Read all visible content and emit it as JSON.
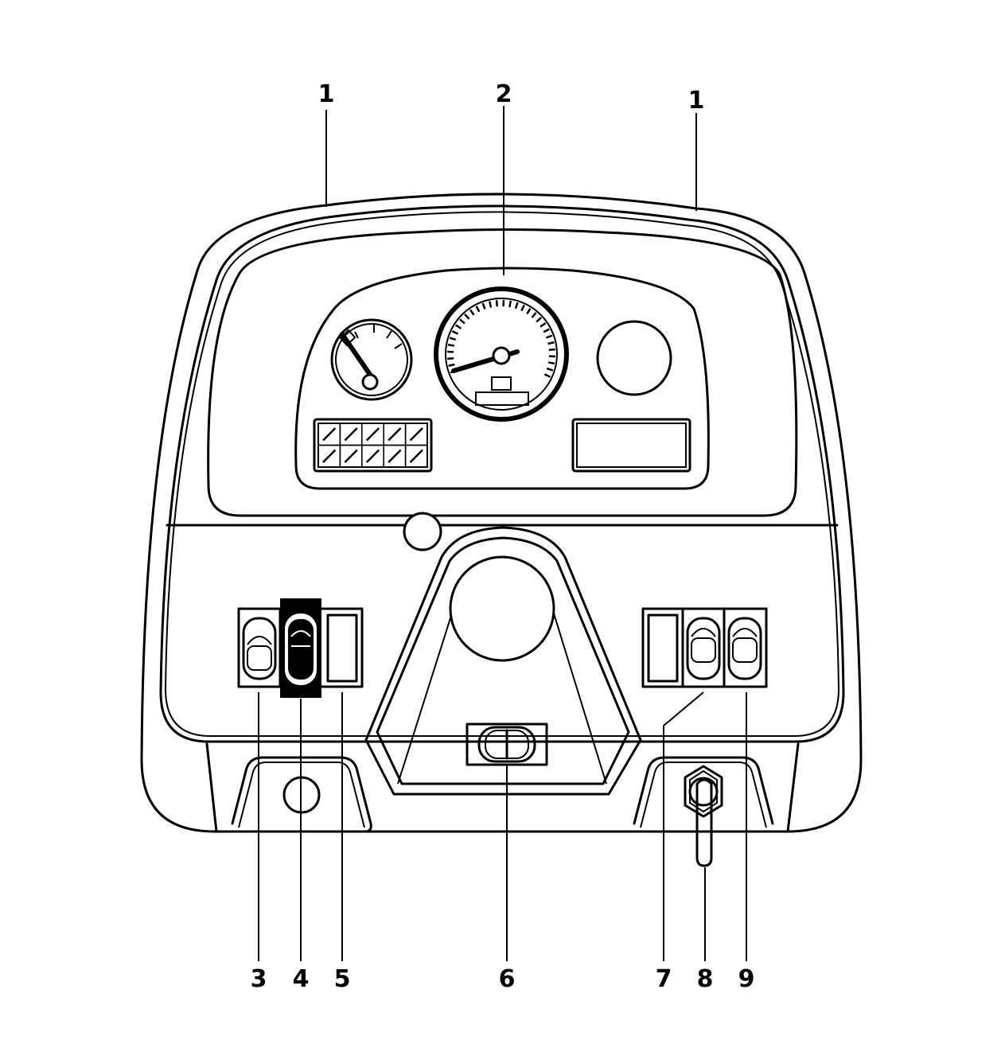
{
  "callouts": [
    {
      "id": "callout-1-left",
      "label": "1"
    },
    {
      "id": "callout-2",
      "label": "2"
    },
    {
      "id": "callout-1-right",
      "label": "1"
    },
    {
      "id": "callout-3",
      "label": "3"
    },
    {
      "id": "callout-4",
      "label": "4"
    },
    {
      "id": "callout-5",
      "label": "5"
    },
    {
      "id": "callout-6",
      "label": "6"
    },
    {
      "id": "callout-7",
      "label": "7"
    },
    {
      "id": "callout-8",
      "label": "8"
    },
    {
      "id": "callout-9",
      "label": "9"
    }
  ],
  "colors": {
    "ink": "#000000",
    "paper": "#ffffff"
  },
  "icons": [
    "fuel-gauge-icon",
    "tachometer-icon",
    "warning-lamp-icon",
    "indicator-grid-icon",
    "hour-meter-display-icon",
    "rocker-switch-icon",
    "key-switch-icon"
  ]
}
